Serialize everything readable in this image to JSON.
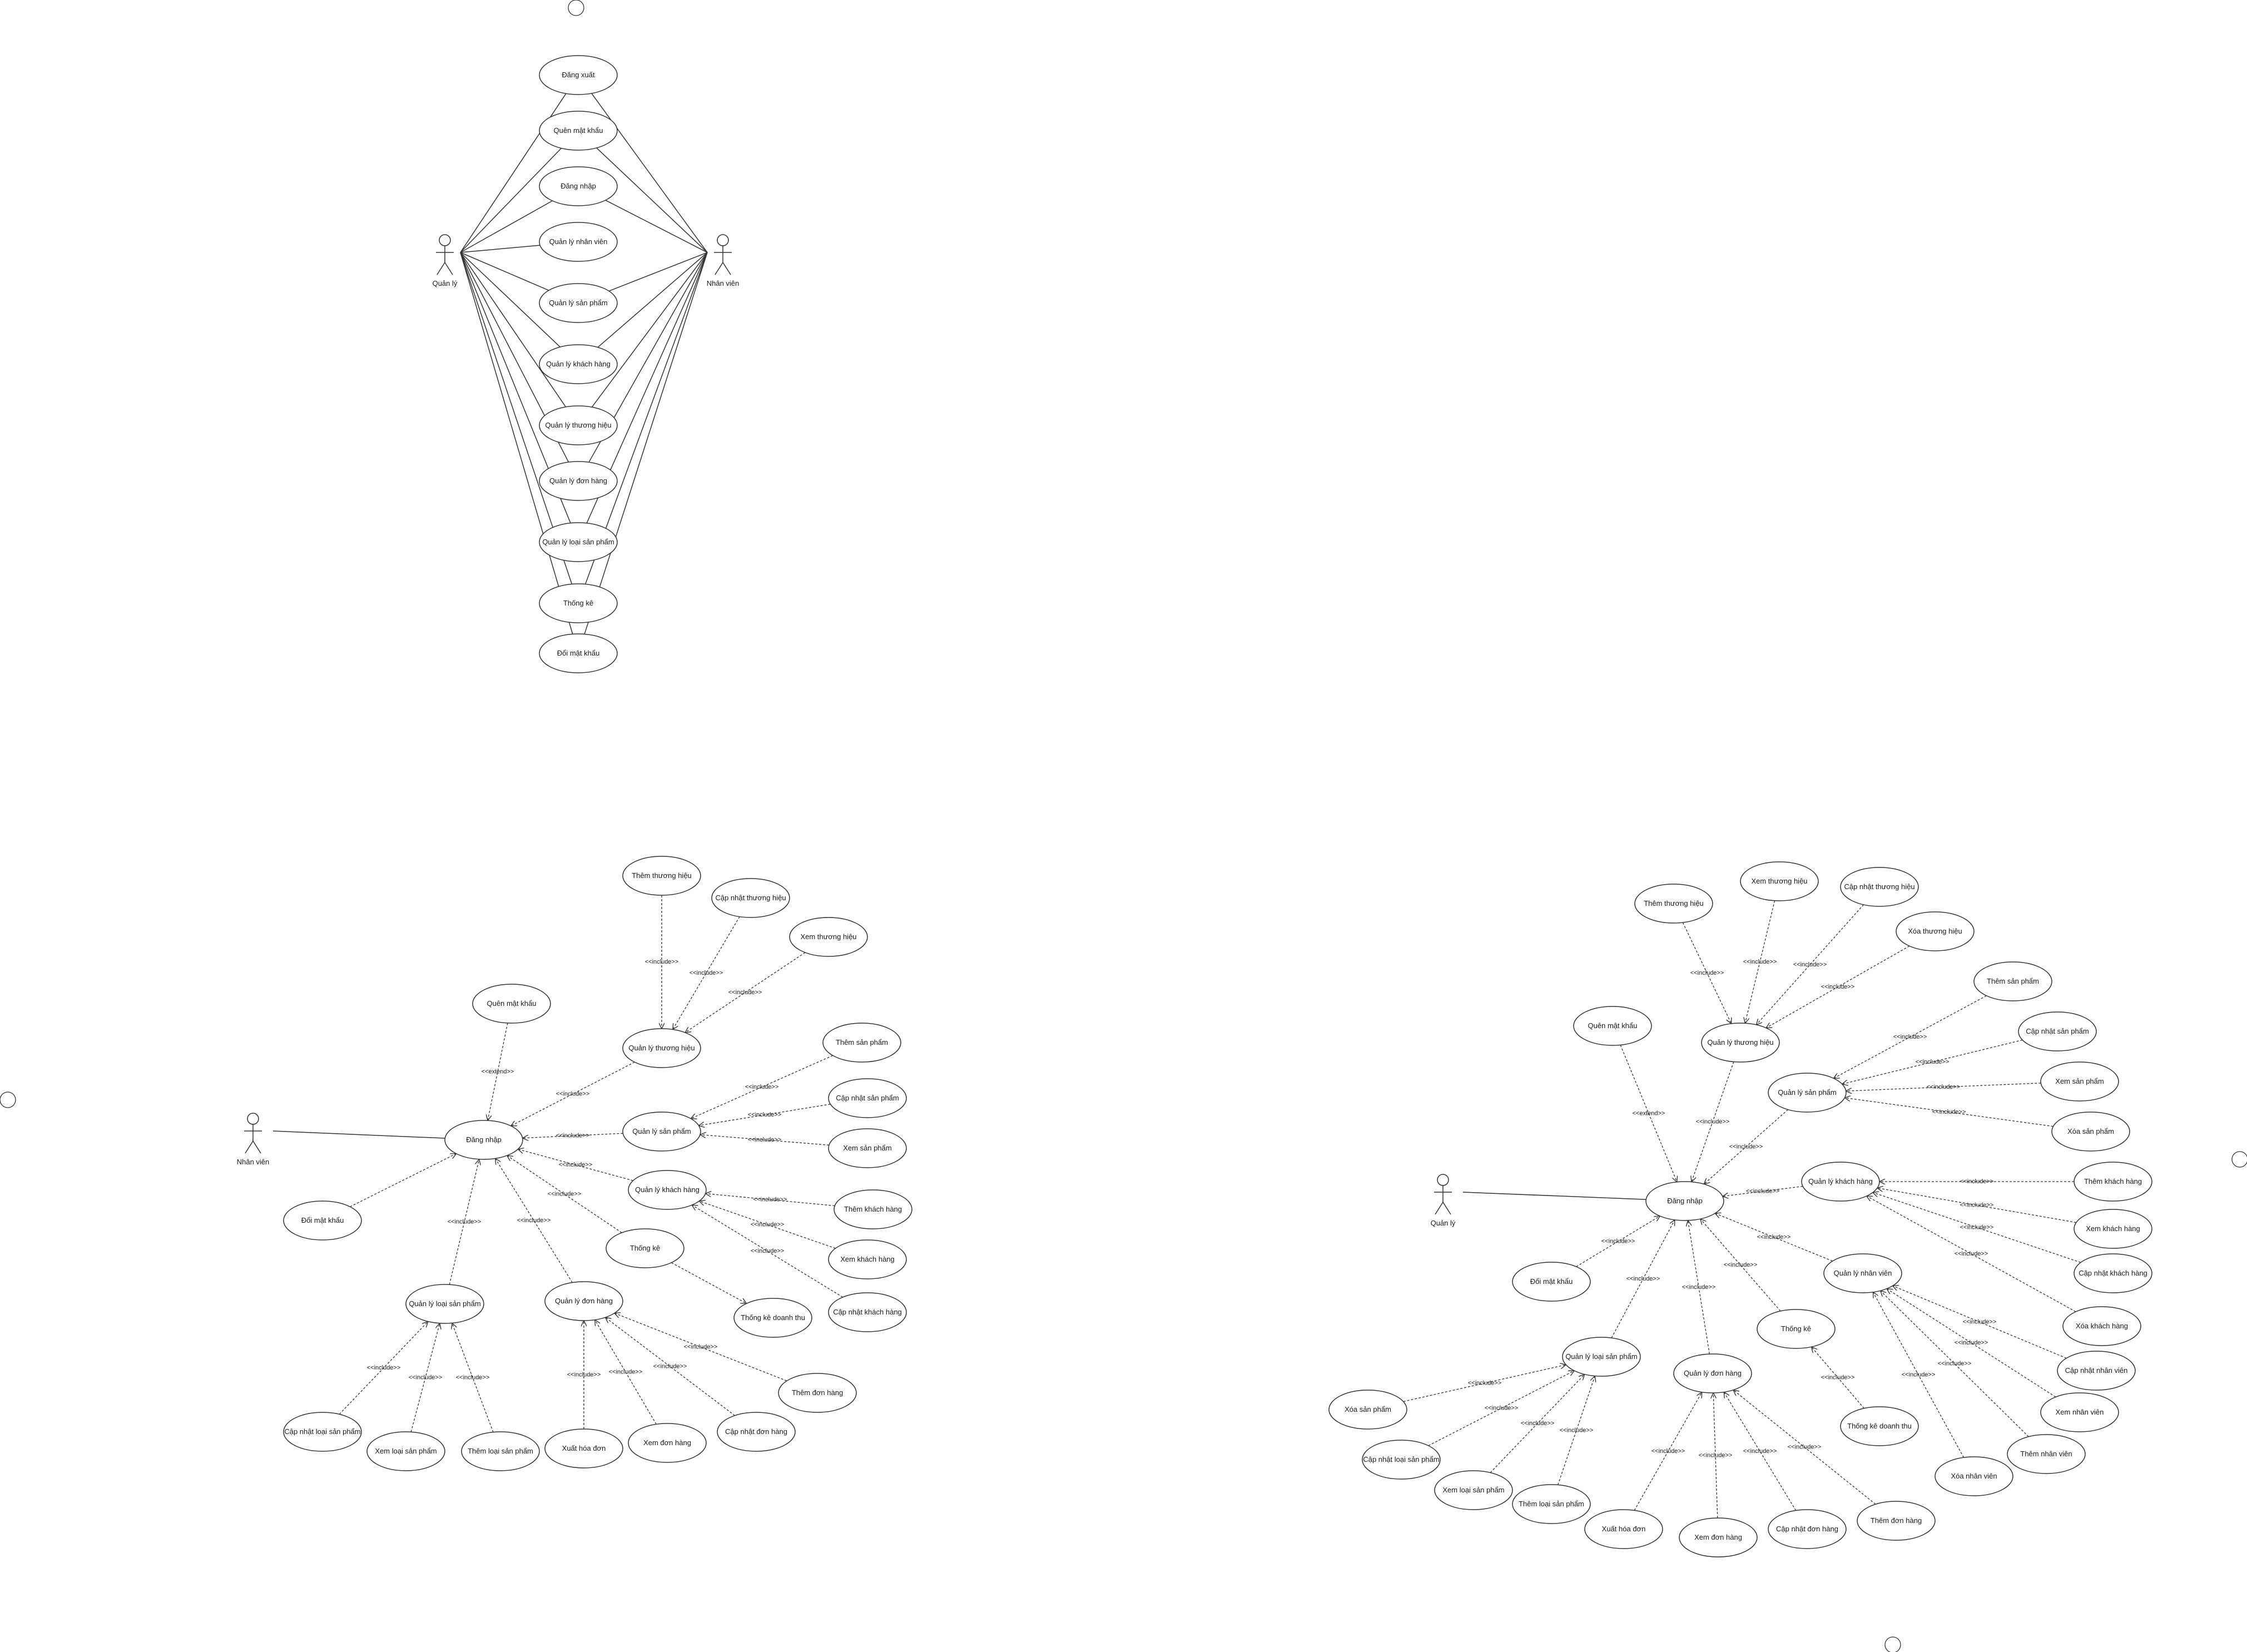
{
  "diagrams": [
    {
      "id": "overview",
      "actors": [
        {
          "id": "a_ql",
          "label": "Quản lý"
        },
        {
          "id": "a_nv",
          "label": "Nhân viên"
        }
      ],
      "use_cases": [
        {
          "id": "u1",
          "label": "Đăng xuất"
        },
        {
          "id": "u2",
          "label": "Quên mật khẩu"
        },
        {
          "id": "u3",
          "label": "Đăng nhập"
        },
        {
          "id": "u4",
          "label": "Quản lý nhân viên"
        },
        {
          "id": "u5",
          "label": "Quản lý sản phẩm"
        },
        {
          "id": "u6",
          "label": "Quản lý khách hàng"
        },
        {
          "id": "u7",
          "label": "Quản lý thương hiệu"
        },
        {
          "id": "u8",
          "label": "Quản lý đơn hàng"
        },
        {
          "id": "u9",
          "label": "Quản lý loại sản phẩm"
        },
        {
          "id": "u10",
          "label": "Thống kê"
        },
        {
          "id": "u11",
          "label": "Đổi mật khẩu"
        }
      ]
    },
    {
      "id": "nhanvien",
      "actors": [
        {
          "id": "nv_actor",
          "label": "Nhân viên"
        }
      ],
      "use_cases": [
        {
          "id": "n_login",
          "label": "Đăng nhập"
        },
        {
          "id": "n_forgot",
          "label": "Quên mật khẩu"
        },
        {
          "id": "n_changepw",
          "label": "Đổi mật khẩu"
        },
        {
          "id": "n_brand",
          "label": "Quản lý thương hiệu"
        },
        {
          "id": "n_brand_add",
          "label": "Thêm thương hiệu"
        },
        {
          "id": "n_brand_upd",
          "label": "Cập nhật thương hiệu"
        },
        {
          "id": "n_brand_view",
          "label": "Xem thương hiệu"
        },
        {
          "id": "n_prod",
          "label": "Quản lý sản phẩm"
        },
        {
          "id": "n_prod_add",
          "label": "Thêm sản phẩm"
        },
        {
          "id": "n_prod_upd",
          "label": "Cập nhật sản phẩm"
        },
        {
          "id": "n_prod_view",
          "label": "Xem sản phẩm"
        },
        {
          "id": "n_cust",
          "label": "Quản lý khách hàng"
        },
        {
          "id": "n_cust_add",
          "label": "Thêm khách hàng"
        },
        {
          "id": "n_cust_view",
          "label": "Xem khách hàng"
        },
        {
          "id": "n_cust_upd",
          "label": "Cập nhật khách hàng"
        },
        {
          "id": "n_stat",
          "label": "Thống kê"
        },
        {
          "id": "n_stat_rev",
          "label": "Thống kê doanh thu"
        },
        {
          "id": "n_cat",
          "label": "Quản lý loại sản phẩm"
        },
        {
          "id": "n_cat_upd",
          "label": "Cập nhật loại sản phẩm"
        },
        {
          "id": "n_cat_view",
          "label": "Xem loại sản phẩm"
        },
        {
          "id": "n_cat_add",
          "label": "Thêm loại sản phẩm"
        },
        {
          "id": "n_order",
          "label": "Quản lý đơn hàng"
        },
        {
          "id": "n_order_inv",
          "label": "Xuất hóa đơn"
        },
        {
          "id": "n_order_view",
          "label": "Xem đơn hàng"
        },
        {
          "id": "n_order_upd",
          "label": "Cập nhật đơn hàng"
        },
        {
          "id": "n_order_add",
          "label": "Thêm đơn hàng"
        }
      ],
      "relations": [
        {
          "from": "n_brand_add",
          "to": "n_brand",
          "label": "<<include>>"
        },
        {
          "from": "n_brand_upd",
          "to": "n_brand",
          "label": "<<include>>"
        },
        {
          "from": "n_brand_view",
          "to": "n_brand",
          "label": "<<include>>"
        },
        {
          "from": "n_forgot",
          "to": "n_login",
          "label": "<<extend>>"
        },
        {
          "from": "n_brand",
          "to": "n_login",
          "label": "<<include>>"
        },
        {
          "from": "n_prod_add",
          "to": "n_prod",
          "label": "<<include>>"
        },
        {
          "from": "n_prod_upd",
          "to": "n_prod",
          "label": "<<include>>"
        },
        {
          "from": "n_prod_view",
          "to": "n_prod",
          "label": "<<include>>"
        },
        {
          "from": "n_prod",
          "to": "n_login",
          "label": "<<include>>"
        },
        {
          "from": "n_cust",
          "to": "n_login",
          "label": "<<include>>"
        },
        {
          "from": "n_cust_add",
          "to": "n_cust",
          "label": "<<include>>"
        },
        {
          "from": "n_cust_view",
          "to": "n_cust",
          "label": "<<include>>"
        },
        {
          "from": "n_cust_upd",
          "to": "n_cust",
          "label": "<<include>>"
        },
        {
          "from": "n_stat",
          "to": "n_login",
          "label": "<<include>>"
        },
        {
          "from": "n_cat",
          "to": "n_login",
          "label": "<<include>>"
        },
        {
          "from": "n_order",
          "to": "n_login",
          "label": "<<include>>"
        },
        {
          "from": "n_cat_upd",
          "to": "n_cat",
          "label": "<<include>>"
        },
        {
          "from": "n_cat_view",
          "to": "n_cat",
          "label": "<<include>>"
        },
        {
          "from": "n_cat_add",
          "to": "n_cat",
          "label": "<<include>>"
        },
        {
          "from": "n_order_inv",
          "to": "n_order",
          "label": "<<include>>"
        },
        {
          "from": "n_order_view",
          "to": "n_order",
          "label": "<<include>>"
        },
        {
          "from": "n_order_upd",
          "to": "n_order",
          "label": "<<include>>"
        },
        {
          "from": "n_order_add",
          "to": "n_order",
          "label": "<<include>>"
        }
      ]
    },
    {
      "id": "quanly",
      "actors": [
        {
          "id": "ql_actor",
          "label": "Quản lý"
        }
      ],
      "use_cases": [
        {
          "id": "q_login",
          "label": "Đăng nhập"
        },
        {
          "id": "q_forgot",
          "label": "Quên mật khẩu"
        },
        {
          "id": "q_changepw",
          "label": "Đổi mật khẩu"
        },
        {
          "id": "q_brand",
          "label": "Quản lý thương hiệu"
        },
        {
          "id": "q_brand_add",
          "label": "Thêm thương hiệu"
        },
        {
          "id": "q_brand_view",
          "label": "Xem thương hiệu"
        },
        {
          "id": "q_brand_upd",
          "label": "Cập nhật thương hiệu"
        },
        {
          "id": "q_brand_del",
          "label": "Xóa thương hiệu"
        },
        {
          "id": "q_prod",
          "label": "Quản lý sản phẩm"
        },
        {
          "id": "q_prod_add",
          "label": "Thêm sản phẩm"
        },
        {
          "id": "q_prod_upd",
          "label": "Cập nhật sản phẩm"
        },
        {
          "id": "q_prod_view",
          "label": "Xem sản phẩm"
        },
        {
          "id": "q_prod_del",
          "label": "Xóa sản phẩm"
        },
        {
          "id": "q_cust",
          "label": "Quản lý khách hàng"
        },
        {
          "id": "q_cust_add",
          "label": "Thêm khách hàng"
        },
        {
          "id": "q_cust_view",
          "label": "Xem khách hàng"
        },
        {
          "id": "q_cust_upd",
          "label": "Cập nhật khách hàng"
        },
        {
          "id": "q_cust_del",
          "label": "Xóa khách hàng"
        },
        {
          "id": "q_emp",
          "label": "Quản lý nhân viên"
        },
        {
          "id": "q_emp_upd",
          "label": "Cập nhật nhân viên"
        },
        {
          "id": "q_emp_view",
          "label": "Xem nhân viên"
        },
        {
          "id": "q_emp_add",
          "label": "Thêm nhân viên"
        },
        {
          "id": "q_emp_del",
          "label": "Xóa nhân viên"
        },
        {
          "id": "q_stat",
          "label": "Thống kê"
        },
        {
          "id": "q_stat_rev",
          "label": "Thống kê doanh thu"
        },
        {
          "id": "q_cat",
          "label": "Quản lý loại sản phẩm"
        },
        {
          "id": "q_cat_del",
          "label": "Xóa sản phẩm"
        },
        {
          "id": "q_cat_upd",
          "label": "Cập nhật loại sản phẩm"
        },
        {
          "id": "q_cat_view",
          "label": "Xem loại sản phẩm"
        },
        {
          "id": "q_cat_add",
          "label": "Thêm loại sản phẩm"
        },
        {
          "id": "q_order",
          "label": "Quản lý đơn hàng"
        },
        {
          "id": "q_order_inv",
          "label": "Xuất hóa đơn"
        },
        {
          "id": "q_order_view",
          "label": "Xem đơn hàng"
        },
        {
          "id": "q_order_upd",
          "label": "Cập nhật đơn hàng"
        },
        {
          "id": "q_order_add",
          "label": "Thêm đơn hàng"
        }
      ],
      "relations": [
        {
          "from": "q_brand_add",
          "to": "q_brand",
          "label": "<<include>>"
        },
        {
          "from": "q_brand_view",
          "to": "q_brand",
          "label": "<<include>>"
        },
        {
          "from": "q_brand_upd",
          "to": "q_brand",
          "label": "<<include>>"
        },
        {
          "from": "q_brand_del",
          "to": "q_brand",
          "label": "<<include>>"
        },
        {
          "from": "q_forgot",
          "to": "q_login",
          "label": "<<extend>>"
        },
        {
          "from": "q_brand",
          "to": "q_login",
          "label": "<<include>>"
        },
        {
          "from": "q_prod",
          "to": "q_login",
          "label": "<<include>>"
        },
        {
          "from": "q_prod_add",
          "to": "q_prod",
          "label": "<<include>>"
        },
        {
          "from": "q_prod_upd",
          "to": "q_prod",
          "label": "<<include>>"
        },
        {
          "from": "q_prod_view",
          "to": "q_prod",
          "label": "<<include>>"
        },
        {
          "from": "q_prod_del",
          "to": "q_prod",
          "label": "<<include>>"
        },
        {
          "from": "q_cust",
          "to": "q_login",
          "label": "<<include>>"
        },
        {
          "from": "q_cust_add",
          "to": "q_cust",
          "label": "<<include>>"
        },
        {
          "from": "q_cust_view",
          "to": "q_cust",
          "label": "<<include>>"
        },
        {
          "from": "q_cust_upd",
          "to": "q_cust",
          "label": "<<include>>"
        },
        {
          "from": "q_cust_del",
          "to": "q_cust",
          "label": "<<include>>"
        },
        {
          "from": "q_changepw",
          "to": "q_login",
          "label": "<<include>>"
        },
        {
          "from": "q_emp",
          "to": "q_login",
          "label": "<<include>>"
        },
        {
          "from": "q_stat",
          "to": "q_login",
          "label": "<<include>>"
        },
        {
          "from": "q_cat",
          "to": "q_login",
          "label": "<<include>>"
        },
        {
          "from": "q_order",
          "to": "q_login",
          "label": "<<include>>"
        },
        {
          "from": "q_emp_upd",
          "to": "q_emp",
          "label": "<<include>>"
        },
        {
          "from": "q_emp_view",
          "to": "q_emp",
          "label": "<<include>>"
        },
        {
          "from": "q_emp_add",
          "to": "q_emp",
          "label": "<<include>>"
        },
        {
          "from": "q_emp_del",
          "to": "q_emp",
          "label": "<<include>>"
        },
        {
          "from": "q_stat_rev",
          "to": "q_stat",
          "label": "<<include>>"
        },
        {
          "from": "q_cat_del",
          "to": "q_cat",
          "label": "<<include>>"
        },
        {
          "from": "q_cat_upd",
          "to": "q_cat",
          "label": "<<include>>"
        },
        {
          "from": "q_cat_view",
          "to": "q_cat",
          "label": "<<include>>"
        },
        {
          "from": "q_cat_add",
          "to": "q_cat",
          "label": "<<include>>"
        },
        {
          "from": "q_order_inv",
          "to": "q_order",
          "label": "<<include>>"
        },
        {
          "from": "q_order_view",
          "to": "q_order",
          "label": "<<include>>"
        },
        {
          "from": "q_order_upd",
          "to": "q_order",
          "label": "<<include>>"
        },
        {
          "from": "q_order_add",
          "to": "q_order",
          "label": "<<include>>"
        }
      ]
    }
  ]
}
